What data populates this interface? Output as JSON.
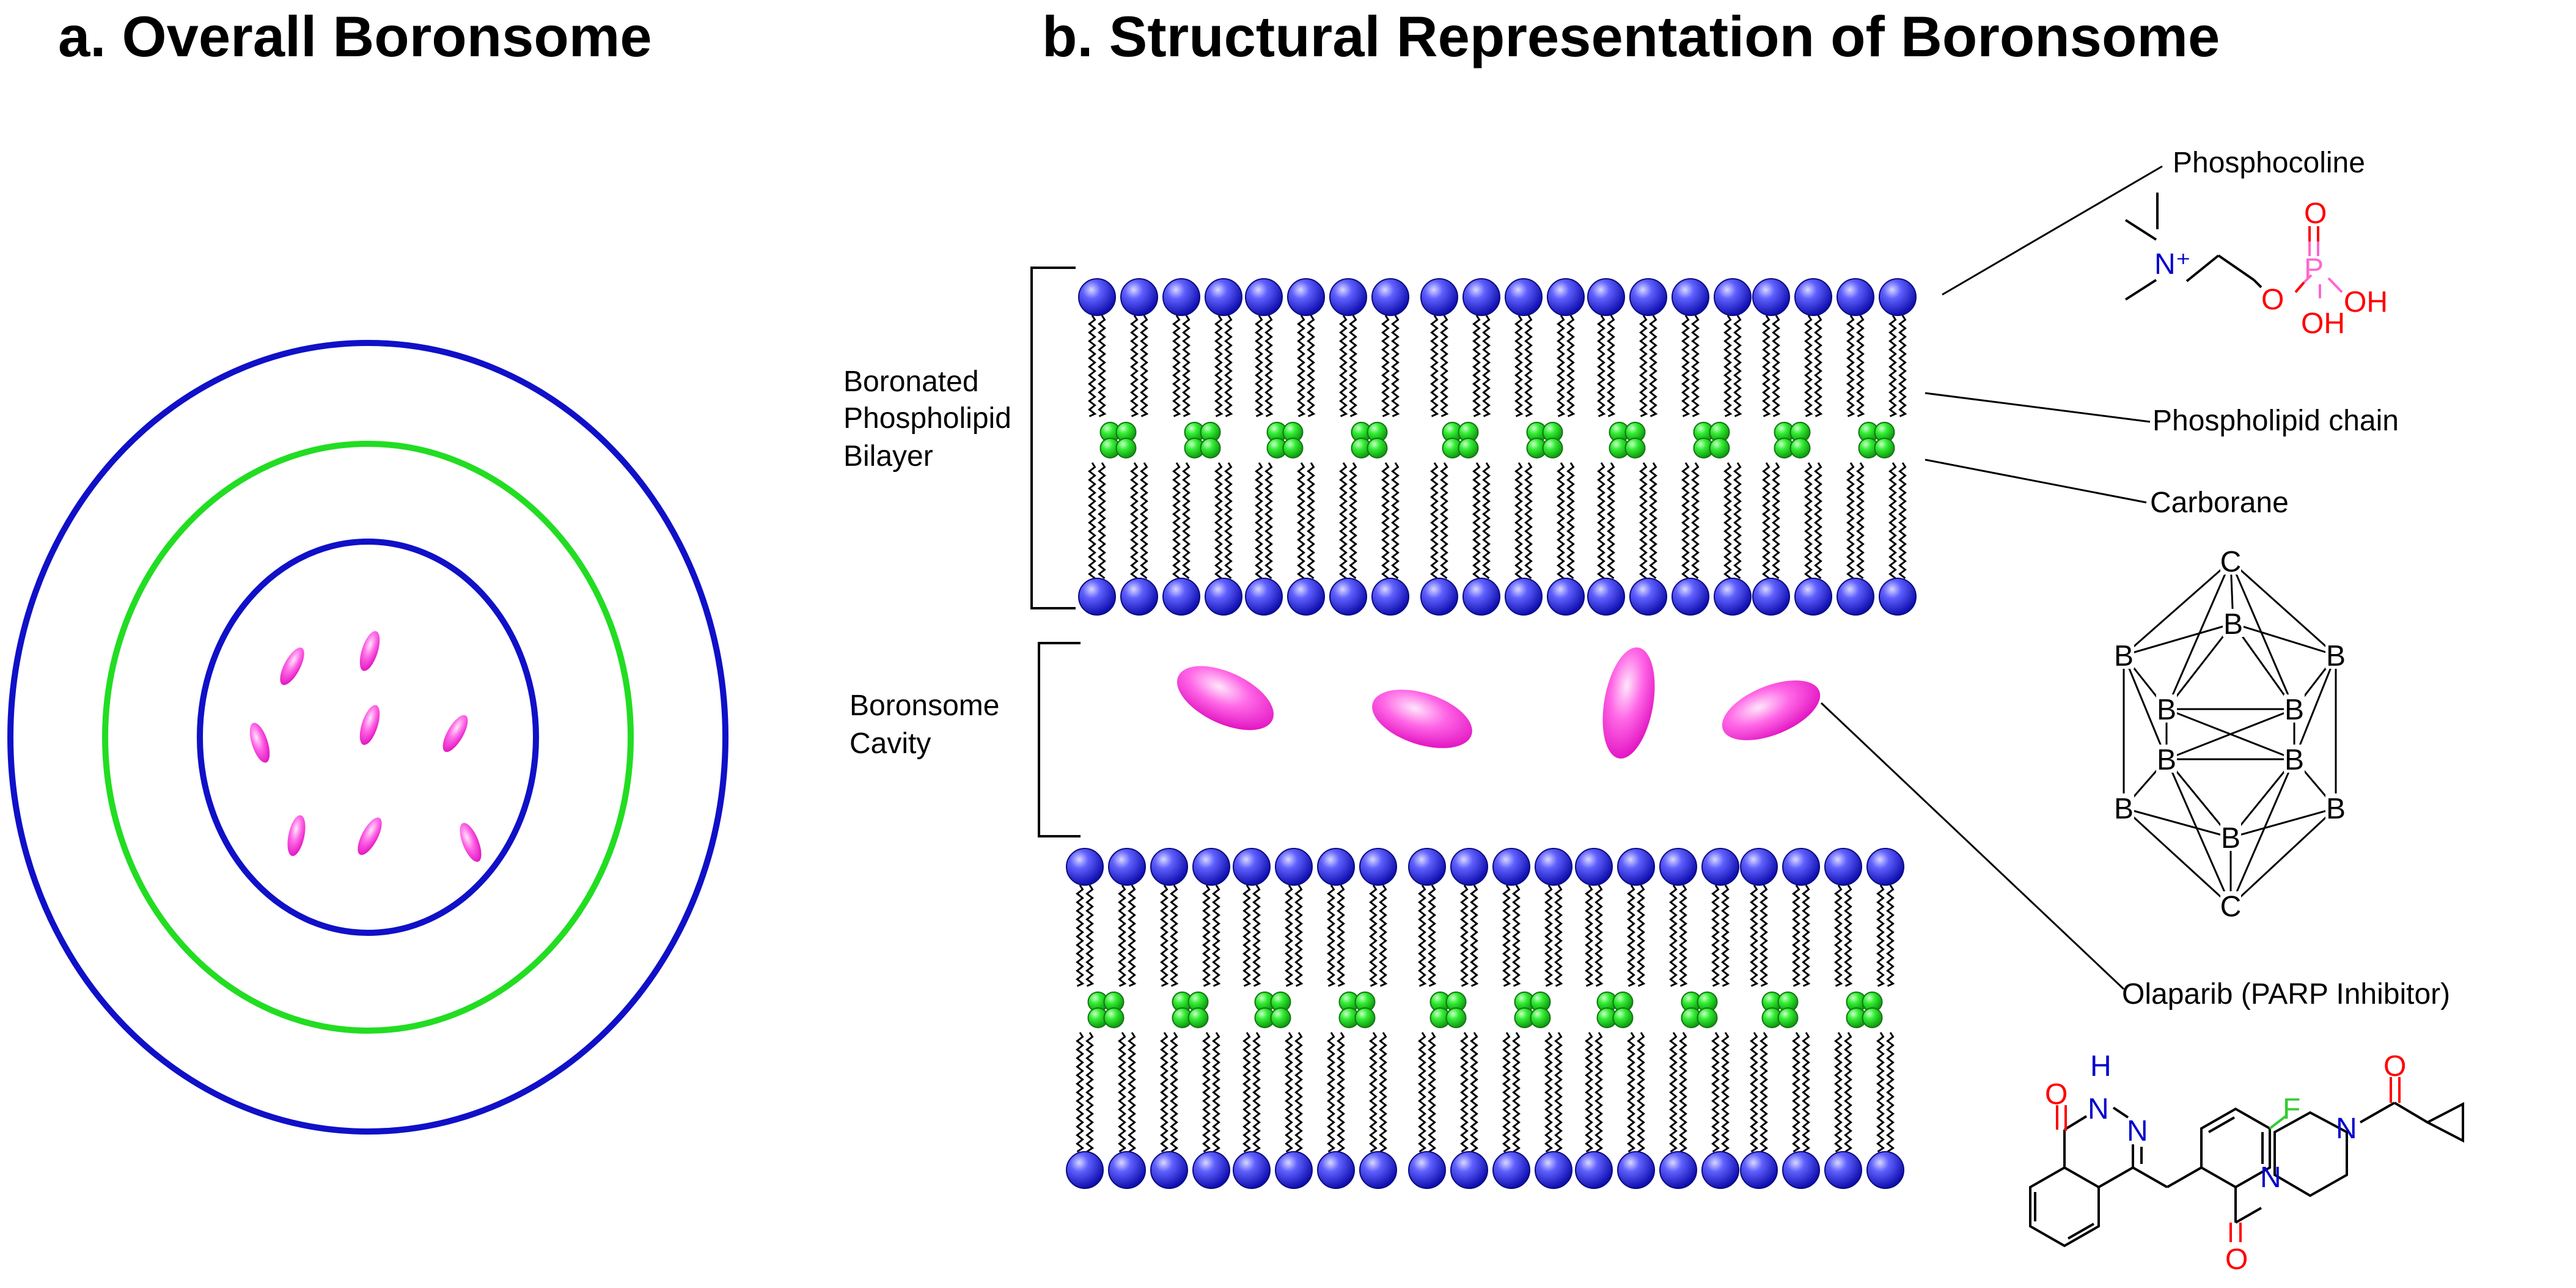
{
  "panel_a": {
    "title": "a. Overall Boronsome"
  },
  "panel_b": {
    "title": "b. Structural Representation of Boronsome",
    "labels": {
      "bilayer": [
        "Boronated",
        "Phospholipid",
        "Bilayer"
      ],
      "cavity": [
        "Boronsome",
        "Cavity"
      ],
      "phosphocoline": "Phosphocoline",
      "chain": "Phospholipid chain",
      "carborane": "Carborane",
      "olaparib": "Olaparib (PARP Inhibitor)"
    }
  },
  "phosphocoline": {
    "n_plus": "N⁺",
    "o": "O",
    "p": "P",
    "o_double": "O",
    "oh1": "OH",
    "oh2": "OH"
  },
  "carborane": {
    "atoms": [
      "C",
      "B",
      "B",
      "B",
      "B",
      "B",
      "B",
      "B",
      "B",
      "B",
      "B",
      "C"
    ]
  },
  "olaparib": {
    "o1": "O",
    "nh": "N",
    "h": "H",
    "n2": "N",
    "f": "F",
    "n3": "N",
    "n4": "N",
    "o2": "O",
    "o3": "O"
  },
  "colors": {
    "head": "#2222dd",
    "outer_ring": "#1010c8",
    "middle_ring": "#22dd22",
    "carborane_ball": "#22cc22",
    "drug": "#ff44dd",
    "oxygen": "#ff0000",
    "nitrogen": "#0000cc",
    "phosphorus": "#ff66cc",
    "fluorine": "#33cc33"
  }
}
